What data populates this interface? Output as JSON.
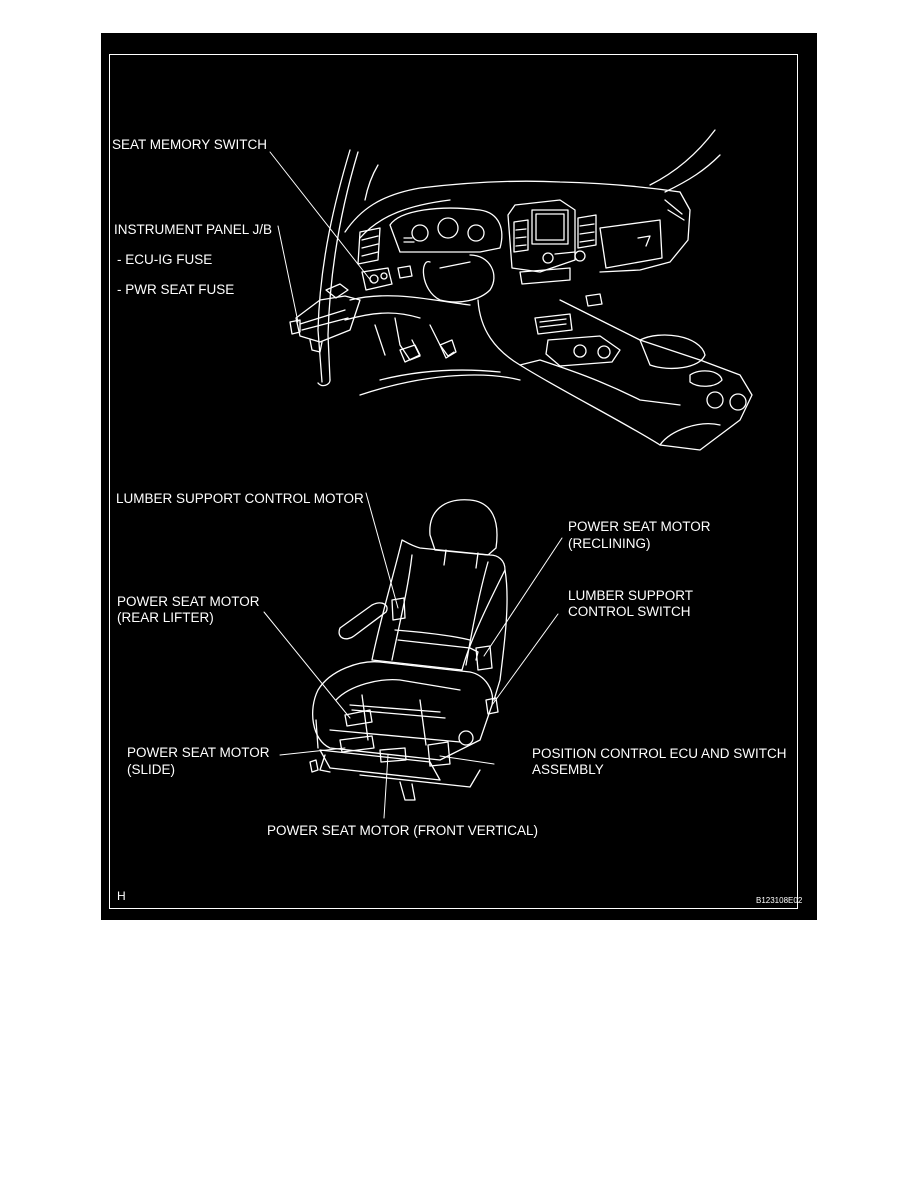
{
  "colors": {
    "background": "#000000",
    "ink": "#ffffff",
    "page": "#ffffff"
  },
  "labels": {
    "seat_memory_switch": "SEAT MEMORY SWITCH",
    "instrument_panel_jb": "INSTRUMENT PANEL J/B",
    "ecu_ig_fuse": "- ECU-IG FUSE",
    "pwr_seat_fuse": "- PWR SEAT FUSE",
    "lumber_support_control_motor": "LUMBER SUPPORT CONTROL MOTOR",
    "power_seat_motor_reclining_1": "POWER SEAT MOTOR",
    "power_seat_motor_reclining_2": "(RECLINING)",
    "power_seat_motor_rear_lifter_1": "POWER SEAT MOTOR",
    "power_seat_motor_rear_lifter_2": "(REAR LIFTER)",
    "lumber_support_control_switch_1": "LUMBER SUPPORT",
    "lumber_support_control_switch_2": "CONTROL SWITCH",
    "power_seat_motor_slide_1": "POWER SEAT MOTOR",
    "power_seat_motor_slide_2": "(SLIDE)",
    "position_control_ecu_1": "POSITION CONTROL ECU AND SWITCH",
    "position_control_ecu_2": "ASSEMBLY",
    "power_seat_motor_front_vertical": "POWER SEAT MOTOR (FRONT VERTICAL)",
    "view_code": "H",
    "figure_id": "B123108E02"
  },
  "illustrations": {
    "top": "dashboard-interior",
    "bottom": "power-seat-assembly"
  }
}
